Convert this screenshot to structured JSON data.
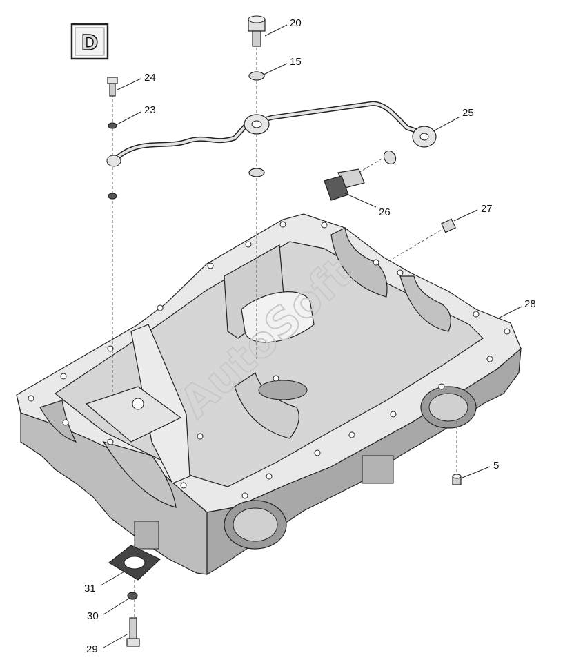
{
  "section_badge": "D",
  "watermark": "AutoSoft",
  "callouts": [
    {
      "id": "20"
    },
    {
      "id": "15"
    },
    {
      "id": "24"
    },
    {
      "id": "23"
    },
    {
      "id": "25"
    },
    {
      "id": "26"
    },
    {
      "id": "27"
    },
    {
      "id": "28"
    },
    {
      "id": "5"
    },
    {
      "id": "31"
    },
    {
      "id": "30"
    },
    {
      "id": "29"
    }
  ],
  "colors": {
    "housing_light": "#e6e6e6",
    "housing_mid": "#c9c9c9",
    "housing_dark": "#8a8a8a",
    "line": "#222222"
  }
}
